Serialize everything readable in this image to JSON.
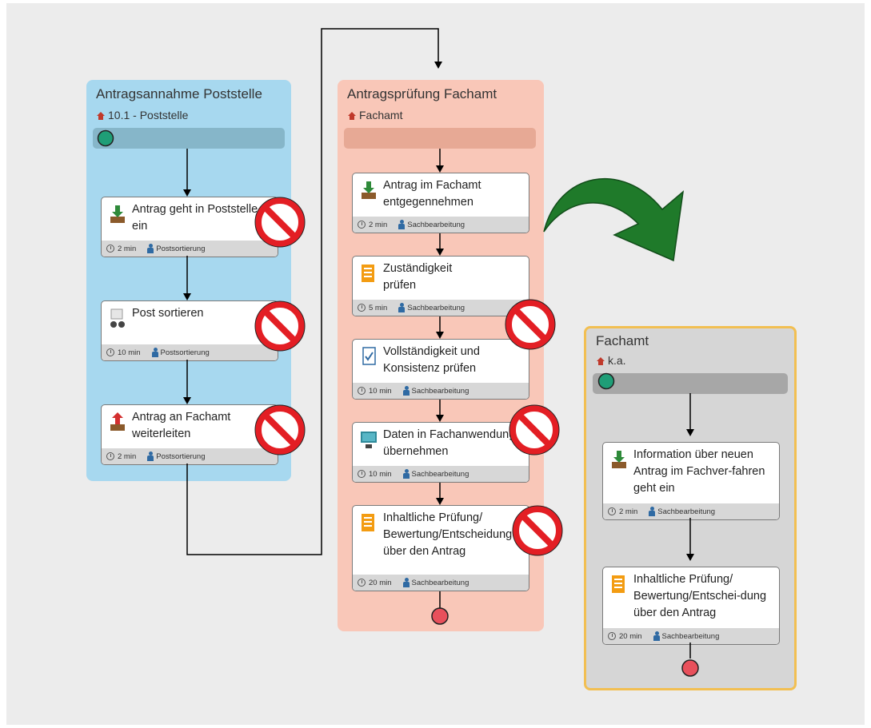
{
  "lanes": [
    {
      "title": "Antragsannahme Poststelle",
      "org": "10.1 - Poststelle",
      "color": "#a7d8ef",
      "bar": "#86b6c9"
    },
    {
      "title": "Antragsprüfung Fachamt",
      "org": "Fachamt",
      "color": "#f9c7b8",
      "bar": "#e7a995"
    },
    {
      "title": "Fachamt",
      "org": "k.a.",
      "color": "#d6d6d6",
      "border": "#f2bf52",
      "bar": "#a7a7a7"
    }
  ],
  "tasks": {
    "lane1": [
      {
        "title": "Antrag geht in Poststelle ein",
        "time": "2 min",
        "role": "Postsortierung",
        "icon": "inbox-tray-icon"
      },
      {
        "title": "Post sortieren",
        "time": "10 min",
        "role": "Postsortierung",
        "icon": "sorting-icon"
      },
      {
        "title": "Antrag an Fachamt weiterleiten",
        "time": "2 min",
        "role": "Postsortierung",
        "icon": "forward-tray-icon"
      }
    ],
    "lane2": [
      {
        "title": "Antrag im Fachamt entgegennehmen",
        "time": "2 min",
        "role": "Sachbearbeitung",
        "icon": "inbox-tray-icon"
      },
      {
        "title": "Zuständigkeit prüfen",
        "time": "5 min",
        "role": "Sachbearbeitung",
        "icon": "checklist-icon"
      },
      {
        "title": "Vollständigkeit und Konsistenz prüfen",
        "time": "10 min",
        "role": "Sachbearbeitung",
        "icon": "document-check-icon"
      },
      {
        "title": "Daten in Fachanwendung übernehmen",
        "time": "10 min",
        "role": "Sachbearbeitung",
        "icon": "computer-icon"
      },
      {
        "title": "Inhaltliche Prüfung/ Bewertung/Entscheidung über den Antrag",
        "time": "20 min",
        "role": "Sachbearbeitung",
        "icon": "checklist-icon"
      }
    ],
    "lane3": [
      {
        "title": "Information über neuen Antrag im Fachver-fahren geht ein",
        "time": "2 min",
        "role": "Sachbearbeitung",
        "icon": "inbox-tray-icon"
      },
      {
        "title": "Inhaltliche Prüfung/ Bewertung/Entschei-dung über den Antrag",
        "time": "20 min",
        "role": "Sachbearbeitung",
        "icon": "checklist-icon"
      }
    ]
  },
  "colors": {
    "start": "#1f9e77",
    "end": "#e8505b",
    "prohibit": "#e31e24",
    "transform_arrow": "#1f7a2a"
  }
}
